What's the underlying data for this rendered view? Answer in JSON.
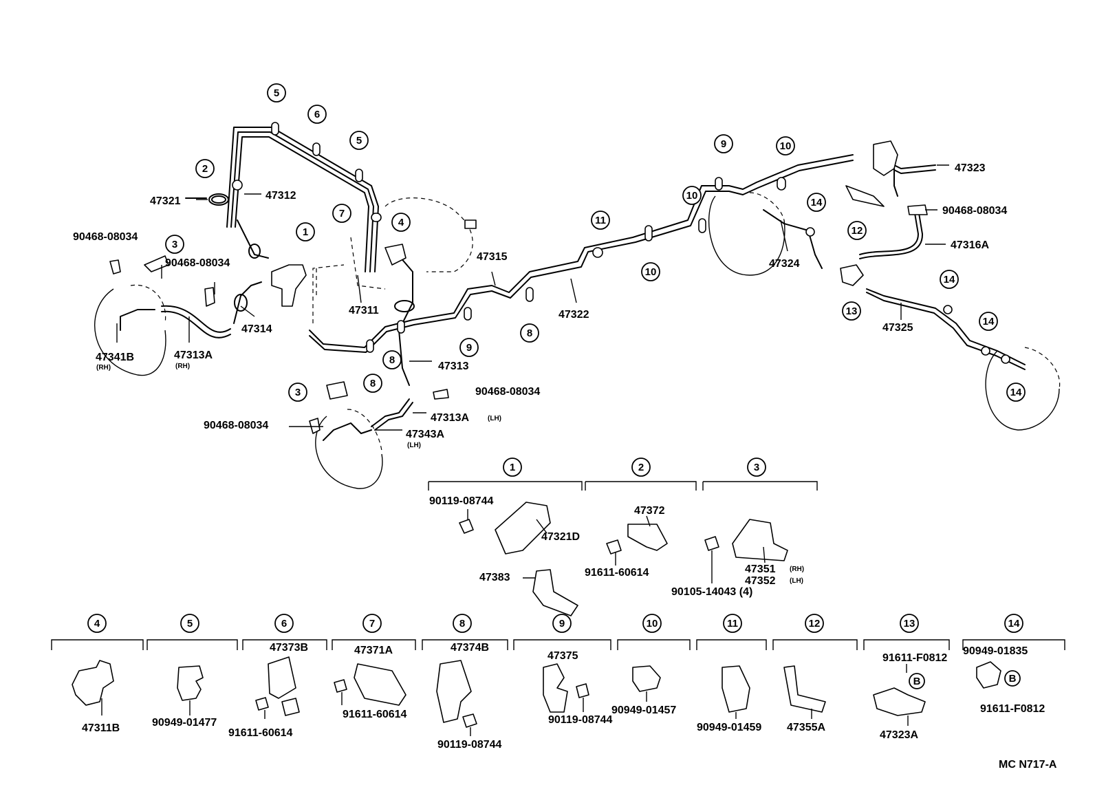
{
  "diagram_code": "MC N717-A",
  "callouts": [
    "1",
    "2",
    "3",
    "4",
    "5",
    "6",
    "7",
    "8",
    "9",
    "10",
    "11",
    "12",
    "13",
    "14",
    "B"
  ],
  "main_parts": {
    "p47321": "47321",
    "p47312": "47312",
    "p90468_a": "90468-08034",
    "p90468_b": "90468-08034",
    "p90468_c": "90468-08034",
    "p90468_d": "90468-08034",
    "p90468_e": "90468-08034",
    "p47341B": "47341B",
    "p47341B_side": "(RH)",
    "p47313A_rh": "47313A",
    "p47313A_rh_side": "(RH)",
    "p47314": "47314",
    "p47311": "47311",
    "p47315": "47315",
    "p47313": "47313",
    "p47313A_lh": "47313A",
    "p47313A_lh_side": "(LH)",
    "p47343A": "47343A",
    "p47343A_side": "(LH)",
    "p47322": "47322",
    "p47323": "47323",
    "p47316A": "47316A",
    "p47324": "47324",
    "p47325": "47325"
  },
  "groups": {
    "g1": {
      "a": "90119-08744",
      "b": "47321D",
      "c": "47383"
    },
    "g2": {
      "a": "47372",
      "b": "91611-60614"
    },
    "g3": {
      "a": "90105-14043 (4)",
      "b": "47351",
      "b_side": "(RH)",
      "c": "47352",
      "c_side": "(LH)"
    },
    "g4": {
      "a": "47311B"
    },
    "g5": {
      "a": "90949-01477"
    },
    "g6": {
      "a": "47373B",
      "b": "91611-60614"
    },
    "g7": {
      "a": "47371A",
      "b": "91611-60614"
    },
    "g8": {
      "a": "47374B",
      "b": "90119-08744"
    },
    "g9": {
      "a": "47375",
      "b": "90119-08744"
    },
    "g10": {
      "a": "90949-01457"
    },
    "g11": {
      "a": "90949-01459"
    },
    "g12": {
      "a": "47355A"
    },
    "g13": {
      "a": "91611-F0812",
      "b": "47323A"
    },
    "g14": {
      "a": "90949-01835",
      "b": "91611-F0812"
    }
  }
}
